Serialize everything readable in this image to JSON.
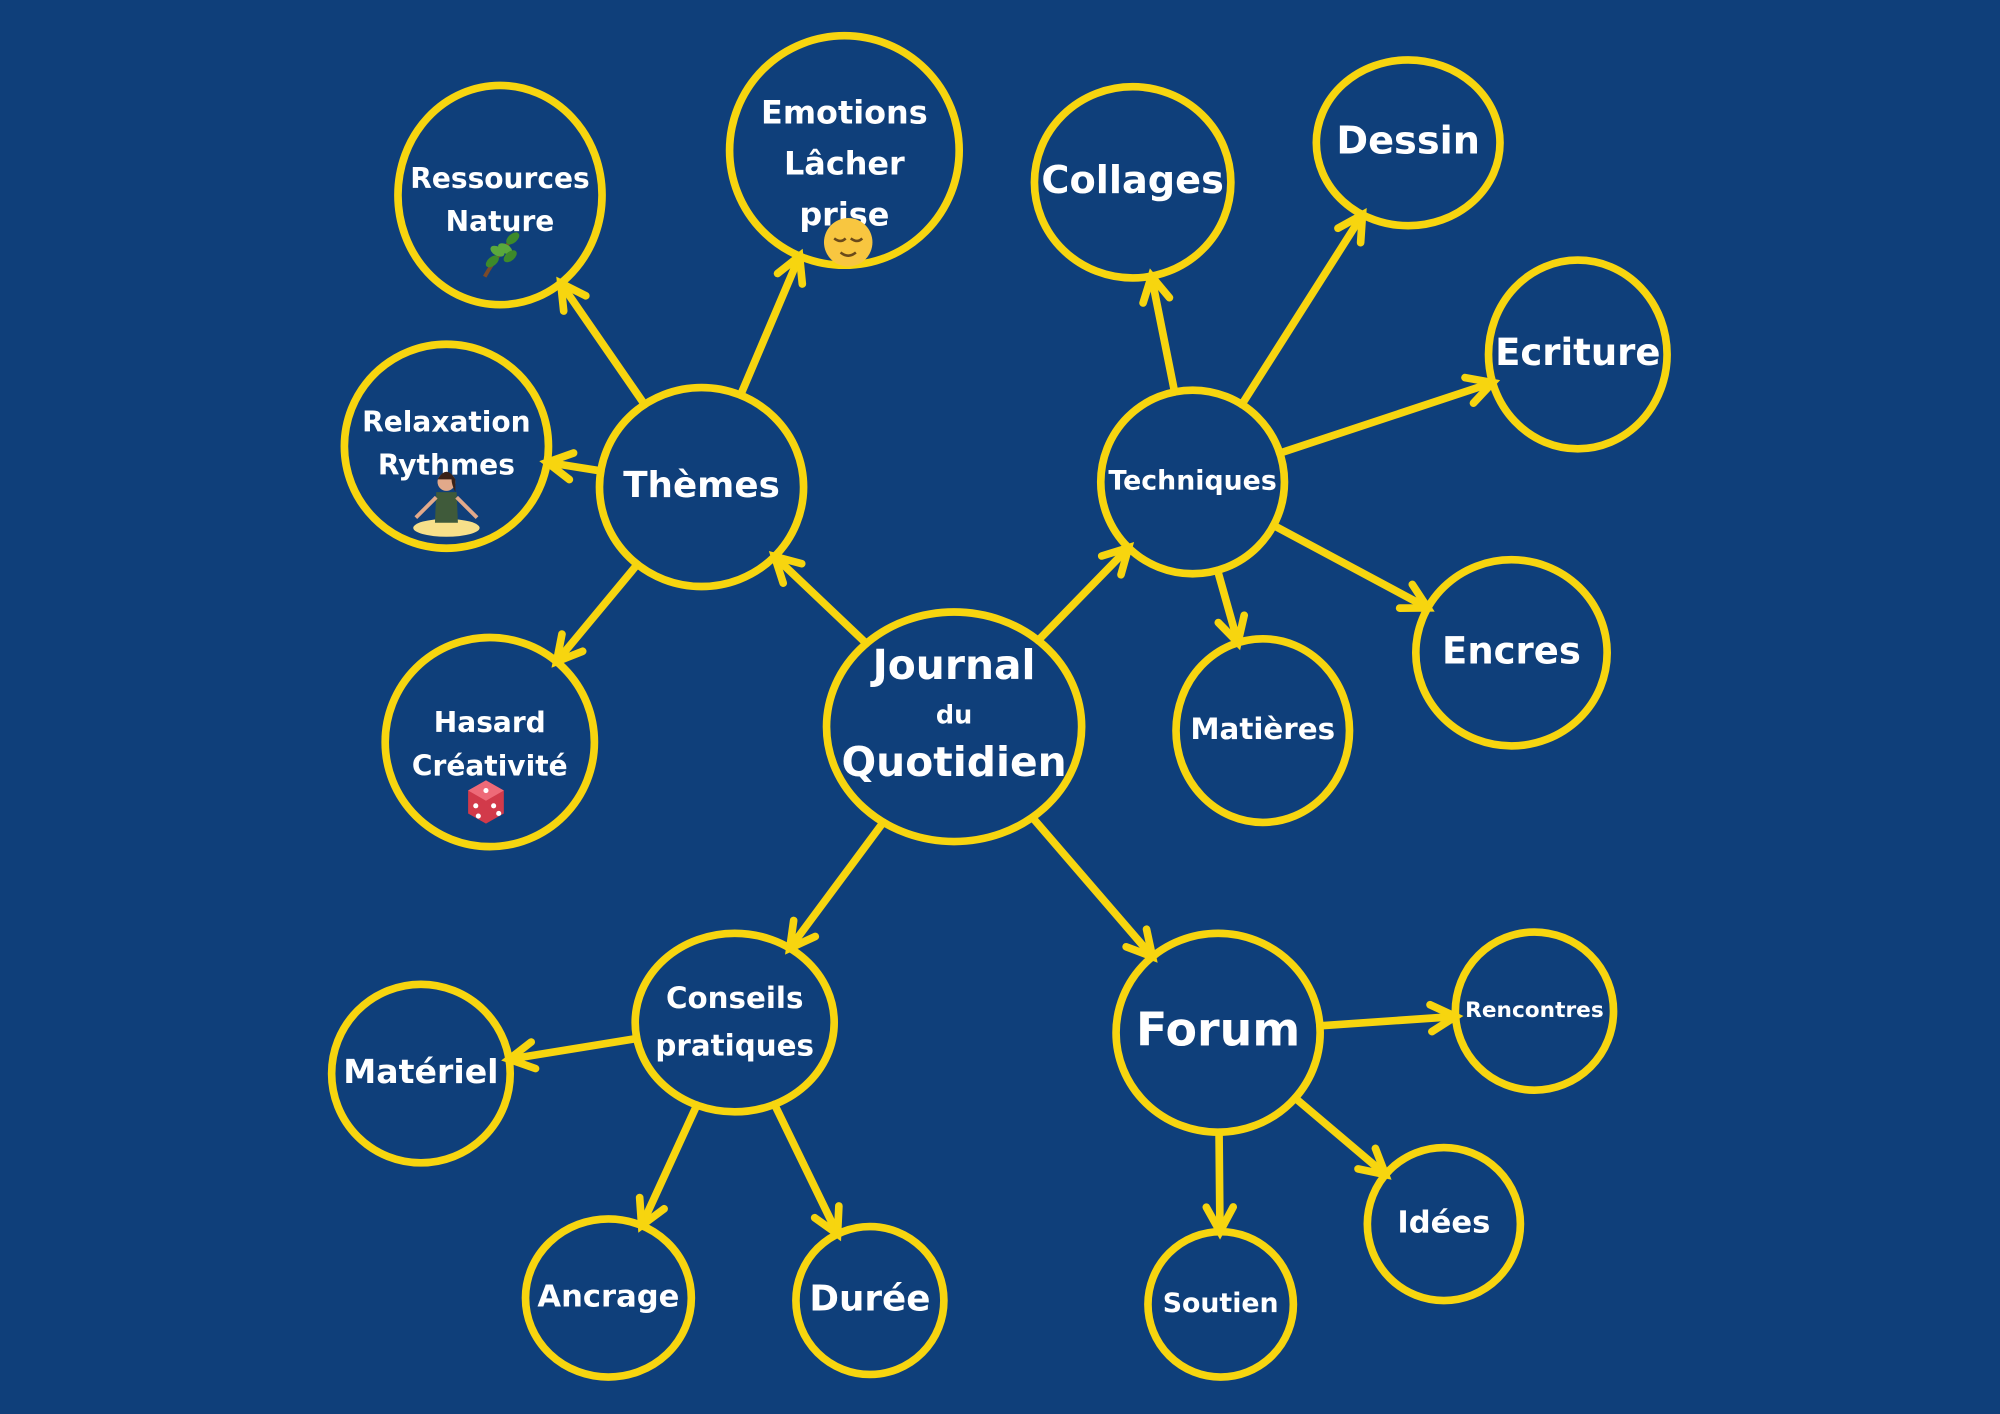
{
  "colors": {
    "background": "#0f3f7a",
    "accent": "#f7d50f",
    "text": "#ffffff"
  },
  "nodes": {
    "journal": {
      "lines": [
        "Journal",
        "du",
        "Quotidien"
      ]
    },
    "themes": {
      "lines": [
        "Thèmes"
      ]
    },
    "ressources": {
      "lines": [
        "Ressources",
        "Nature"
      ],
      "icon": "leaf-icon"
    },
    "emotions": {
      "lines": [
        "Emotions",
        "Lâcher",
        "prise"
      ],
      "icon": "relieved-face-icon"
    },
    "relaxation": {
      "lines": [
        "Relaxation",
        "Rythmes"
      ],
      "icon": "meditation-icon"
    },
    "hasard": {
      "lines": [
        "Hasard",
        "Créativité"
      ],
      "icon": "dice-icon"
    },
    "techniques": {
      "lines": [
        "Techniques"
      ]
    },
    "collages": {
      "lines": [
        "Collages"
      ]
    },
    "dessin": {
      "lines": [
        "Dessin"
      ]
    },
    "ecriture": {
      "lines": [
        "Ecriture"
      ]
    },
    "encres": {
      "lines": [
        "Encres"
      ]
    },
    "matieres": {
      "lines": [
        "Matières"
      ]
    },
    "conseils": {
      "lines": [
        "Conseils",
        "pratiques"
      ]
    },
    "materiel": {
      "lines": [
        "Matériel"
      ]
    },
    "ancrage": {
      "lines": [
        "Ancrage"
      ]
    },
    "duree": {
      "lines": [
        "Durée"
      ]
    },
    "forum": {
      "lines": [
        "Forum"
      ]
    },
    "rencontres": {
      "lines": [
        "Rencontres"
      ]
    },
    "idees": {
      "lines": [
        "Idées"
      ]
    },
    "soutien": {
      "lines": [
        "Soutien"
      ]
    }
  },
  "edges": [
    [
      "journal",
      "themes"
    ],
    [
      "journal",
      "techniques"
    ],
    [
      "journal",
      "conseils"
    ],
    [
      "journal",
      "forum"
    ],
    [
      "themes",
      "ressources"
    ],
    [
      "themes",
      "emotions"
    ],
    [
      "themes",
      "relaxation"
    ],
    [
      "themes",
      "hasard"
    ],
    [
      "techniques",
      "collages"
    ],
    [
      "techniques",
      "dessin"
    ],
    [
      "techniques",
      "ecriture"
    ],
    [
      "techniques",
      "encres"
    ],
    [
      "techniques",
      "matieres"
    ],
    [
      "conseils",
      "materiel"
    ],
    [
      "conseils",
      "ancrage"
    ],
    [
      "conseils",
      "duree"
    ],
    [
      "forum",
      "rencontres"
    ],
    [
      "forum",
      "idees"
    ],
    [
      "forum",
      "soutien"
    ]
  ]
}
